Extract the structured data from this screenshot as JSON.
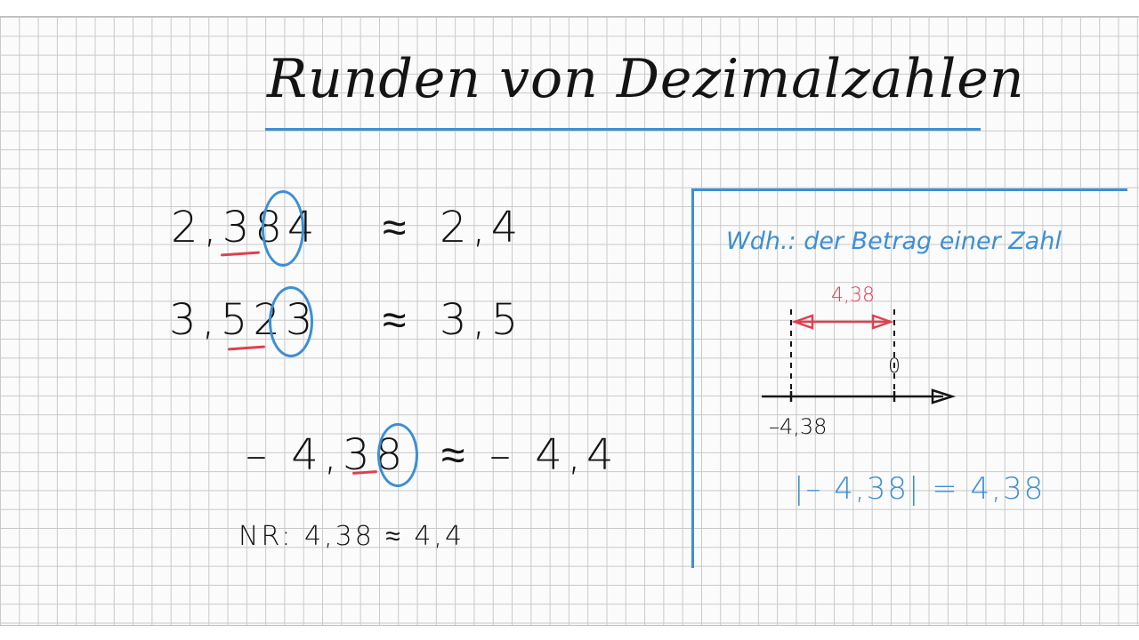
{
  "title": "Runden von Dezimalzahlen",
  "examples": [
    {
      "number": "2,384",
      "approx": "≈",
      "result": "2,4"
    },
    {
      "number": "3,523",
      "approx": "≈",
      "result": "3,5"
    },
    {
      "number": "– 4,38",
      "approx": "≈",
      "result": "– 4,4"
    }
  ],
  "side_calc": "NR: 4,38 ≈ 4,4",
  "note": {
    "heading": "Wdh.: der Betrag einer Zahl",
    "distance_label": "4,38",
    "zero_label": "0",
    "neg_label": "–4,38",
    "abs_formula": "|– 4,38| = 4,38"
  },
  "colors": {
    "ink": "#141414",
    "blue": "#3d8fd4",
    "red": "#e04050",
    "grid": "#c9c9c9"
  }
}
